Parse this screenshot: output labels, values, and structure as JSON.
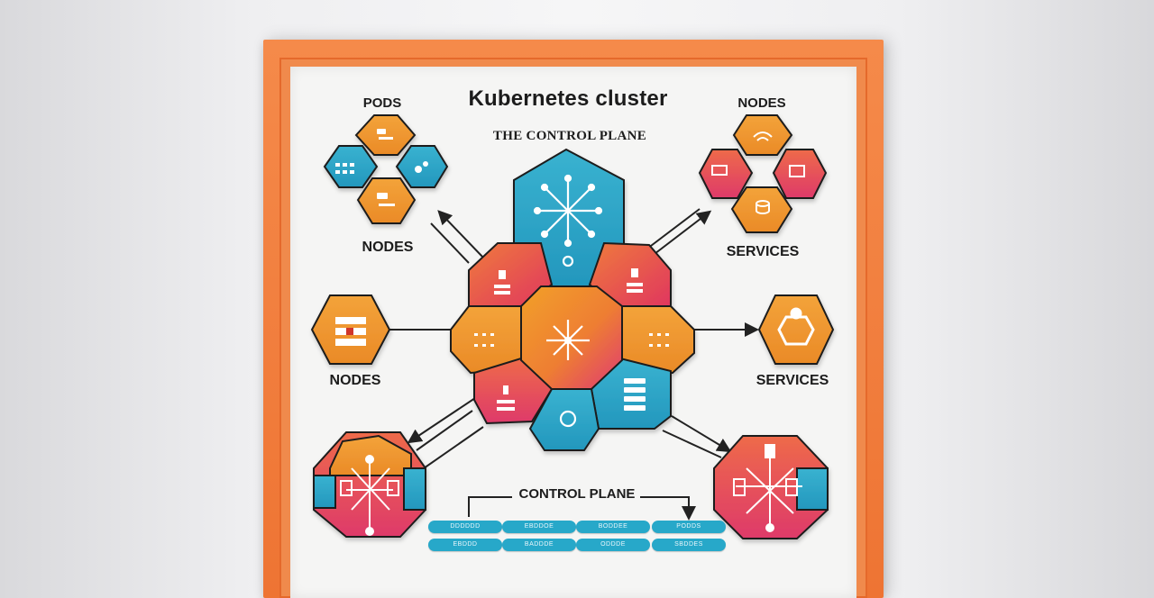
{
  "title": "Kubernetes cluster",
  "subtitle": "THE CONTROL PLANE",
  "labels": {
    "pods": "PODS",
    "nodes_top": "NODES",
    "nodes_top_left": "NODES",
    "services_top_right": "SERVICES",
    "nodes_mid_left": "NODES",
    "services_mid_right": "SERVICES",
    "control_plane_bottom": "CONTROL PLANE"
  },
  "legend_pills": [
    "DDDDDD",
    "EBDDOE",
    "BODDEE",
    "PODDS",
    "EBDDD",
    "BADDDE",
    "ODDDE",
    "SBDDES"
  ],
  "colors": {
    "orange": "#ee8a2c",
    "teal": "#2aa6c8",
    "magenta": "#de3a6a",
    "frame": "#f07c3c",
    "outline": "#1f1f1f"
  }
}
